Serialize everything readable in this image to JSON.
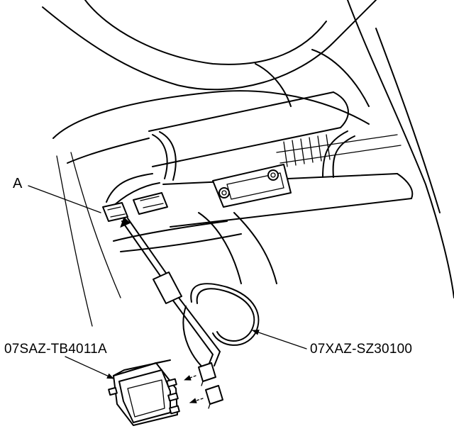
{
  "callouts": {
    "connector_label": "A",
    "tester_part_number": "07SAZ-TB4011A",
    "harness_part_number": "07XAZ-SZ30100"
  }
}
